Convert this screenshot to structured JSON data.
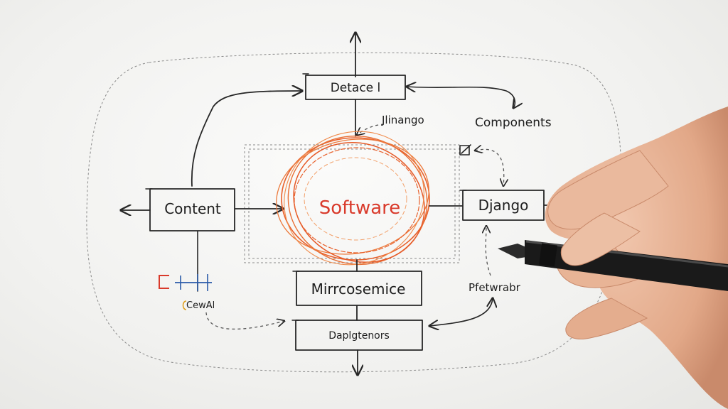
{
  "diagram": {
    "center_label": "Software",
    "boxes": {
      "top": "Detace l",
      "left": "Content",
      "right": "Django",
      "middle_bottom": "Mirrcosemice",
      "bottom": "Daplgtenors"
    },
    "notes": {
      "django_note": "Jlinango",
      "components": "Components",
      "right_low": "Pfetwrabr",
      "left_small": "CewAl"
    },
    "colors": {
      "ink": "#262626",
      "accent_orange": "#e8612c",
      "accent_red": "#d93a2b",
      "accent_blue": "#2a5aa8",
      "pen_body": "#1a1a1a",
      "skin": "#e7b193"
    }
  }
}
